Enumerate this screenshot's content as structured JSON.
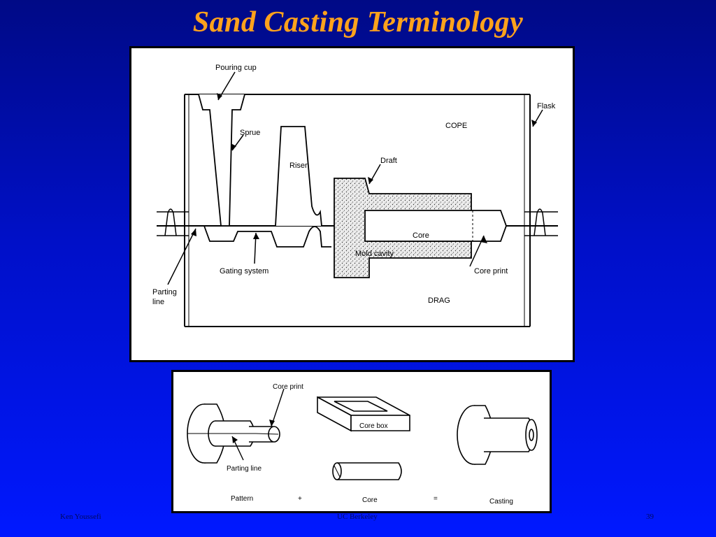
{
  "slide": {
    "title": "Sand Casting Terminology",
    "footer_left": "Ken Youssefi",
    "footer_center": "UC Berkeley",
    "footer_right": "39"
  },
  "mold_diagram": {
    "labels": {
      "pouring_cup": "Pouring cup",
      "flask": "Flask",
      "cope": "COPE",
      "sprue": "Sprue",
      "riser": "Riser",
      "draft": "Draft",
      "core": "Core",
      "mold_cavity": "Mold cavity",
      "core_print": "Core print",
      "gating_system": "Gating system",
      "parting_line_1": "Parting",
      "parting_line_2": "line",
      "drag": "DRAG"
    }
  },
  "pattern_diagram": {
    "labels": {
      "core_print": "Core print",
      "core_box": "Core box",
      "parting_line": "Parting line",
      "pattern": "Pattern",
      "plus": "+",
      "core": "Core",
      "equals": "=",
      "casting": "Casting"
    }
  },
  "colors": {
    "title": "#ffa21c",
    "background_top": "#000a86",
    "background_bottom": "#0018ff",
    "stipple_fill": "#d9d9d9"
  }
}
